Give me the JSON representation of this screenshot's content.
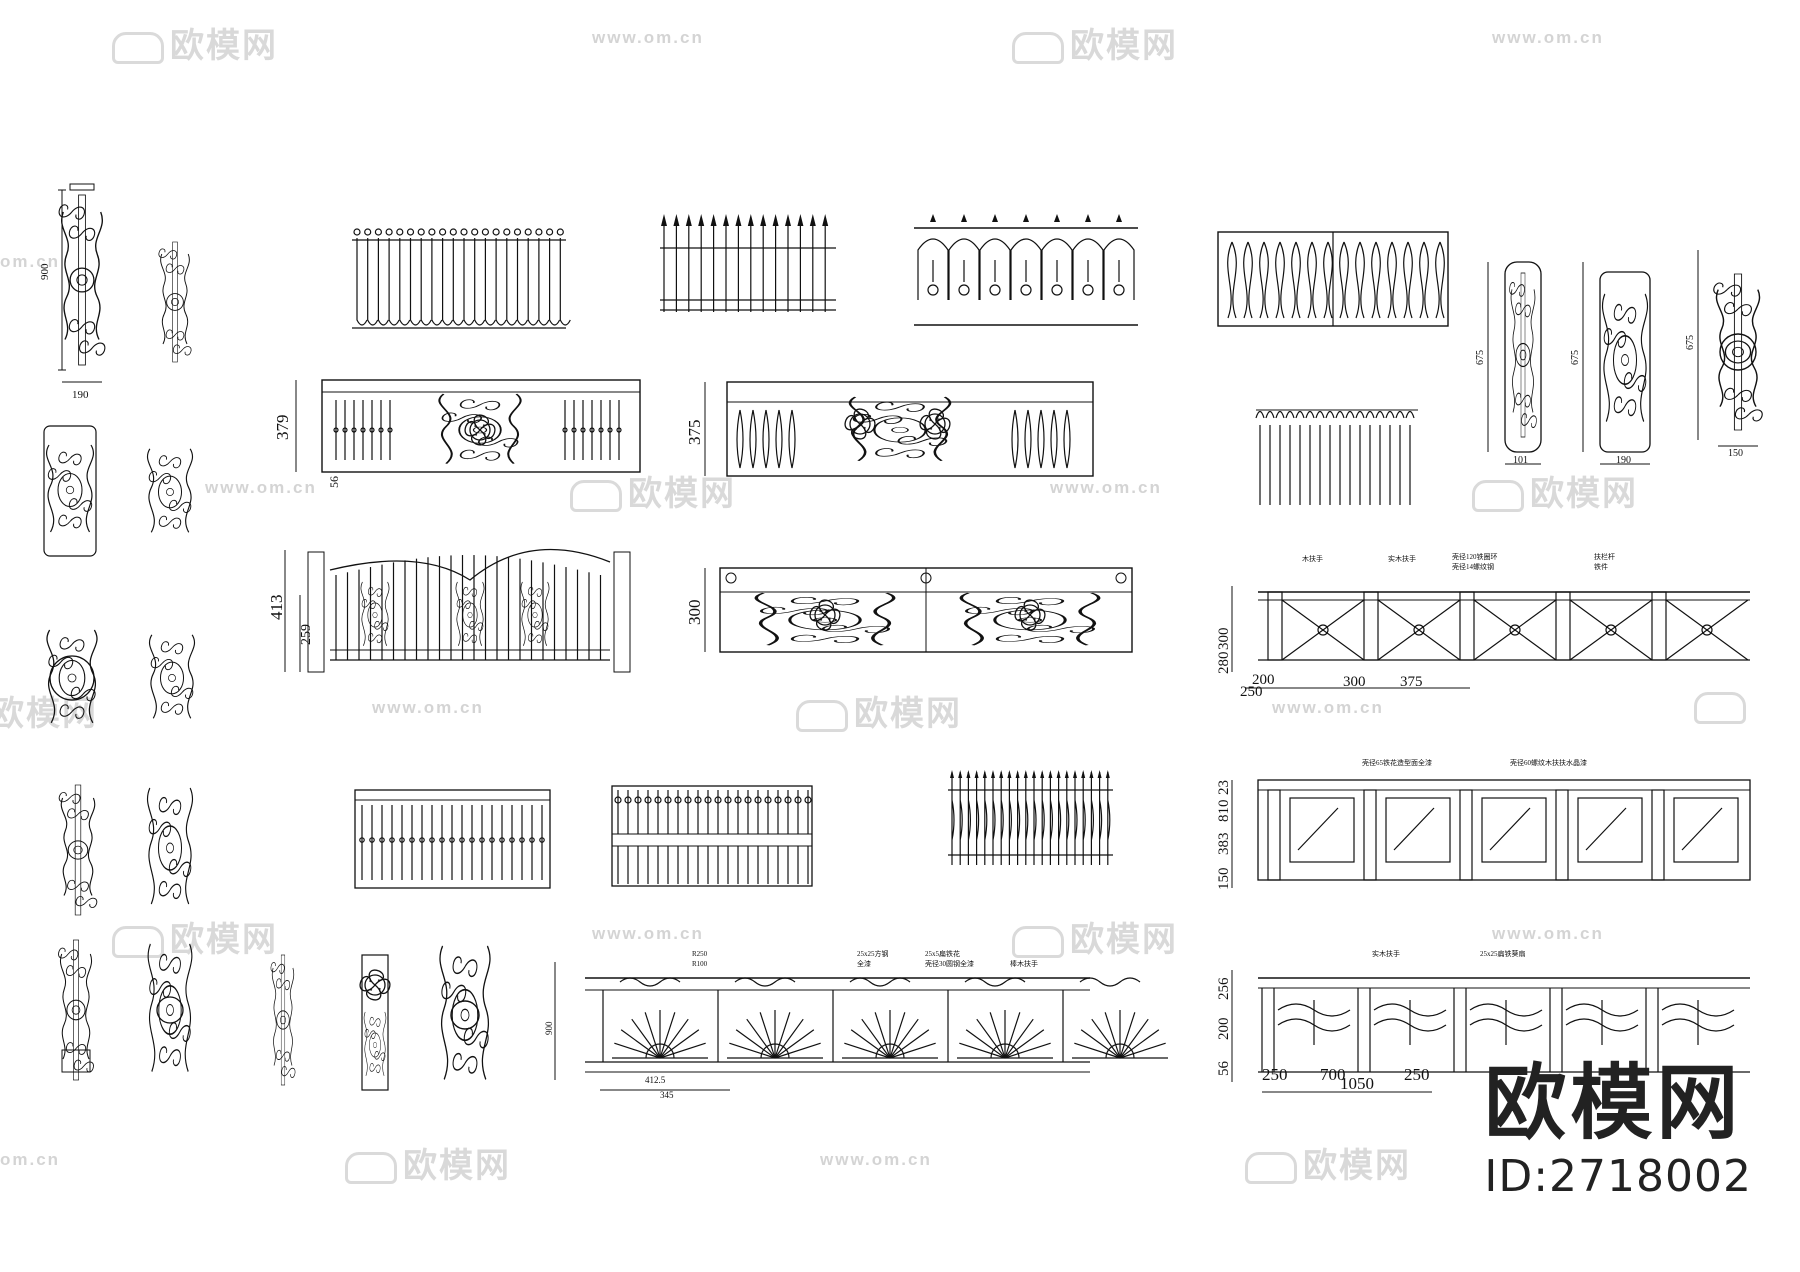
{
  "watermark": {
    "brand": "欧模网",
    "url": "www.om.cn",
    "url_short": "om.cn"
  },
  "brand": {
    "name": "欧模网",
    "id": "ID:2718002"
  },
  "dimensions": {
    "baluster_a": {
      "height": "900",
      "width": "190"
    },
    "baluster_set_b": {
      "height1": "675",
      "height2": "675",
      "height3": "675",
      "width1": "101",
      "width2": "190",
      "width3": "150"
    },
    "rail_379": {
      "height": "379",
      "sub": "56"
    },
    "rail_375": {
      "height": "375"
    },
    "gate": {
      "height": "413",
      "inner": "259"
    },
    "panel_300": {
      "height": "300"
    },
    "rail_x": {
      "h1": "300",
      "h2": "280",
      "w1": "250",
      "w2": "300",
      "w3": "375",
      "w4": "200"
    },
    "rail_glass": {
      "h1": "23",
      "h2": "810",
      "h3": "383",
      "h4": "150"
    },
    "rail_sun": {
      "h1": "900",
      "w1": "412.5",
      "w2": "345"
    },
    "rail_wave": {
      "h1": "256",
      "h2": "200",
      "h3": "56",
      "w1": "250",
      "w2": "700",
      "w3": "1050",
      "w4": "250"
    }
  },
  "notes": {
    "rail_x": [
      "木扶手",
      "实木扶手",
      "壳径120铁圈环",
      "壳径14螺纹钢",
      "扶栏杆",
      "铁件"
    ],
    "rail_glass": [
      "壳径65铁花造型面全漆",
      "壳径60螺纹木扶扶水晶漆"
    ],
    "rail_sun": [
      "R250",
      "R100",
      "25x25方钢",
      "全漆",
      "25x5扁铁花",
      "壳径30圆钢全漆",
      "棒木扶手"
    ],
    "rail_wave": [
      "实木扶手",
      "25x25扁铁葵扇"
    ]
  }
}
